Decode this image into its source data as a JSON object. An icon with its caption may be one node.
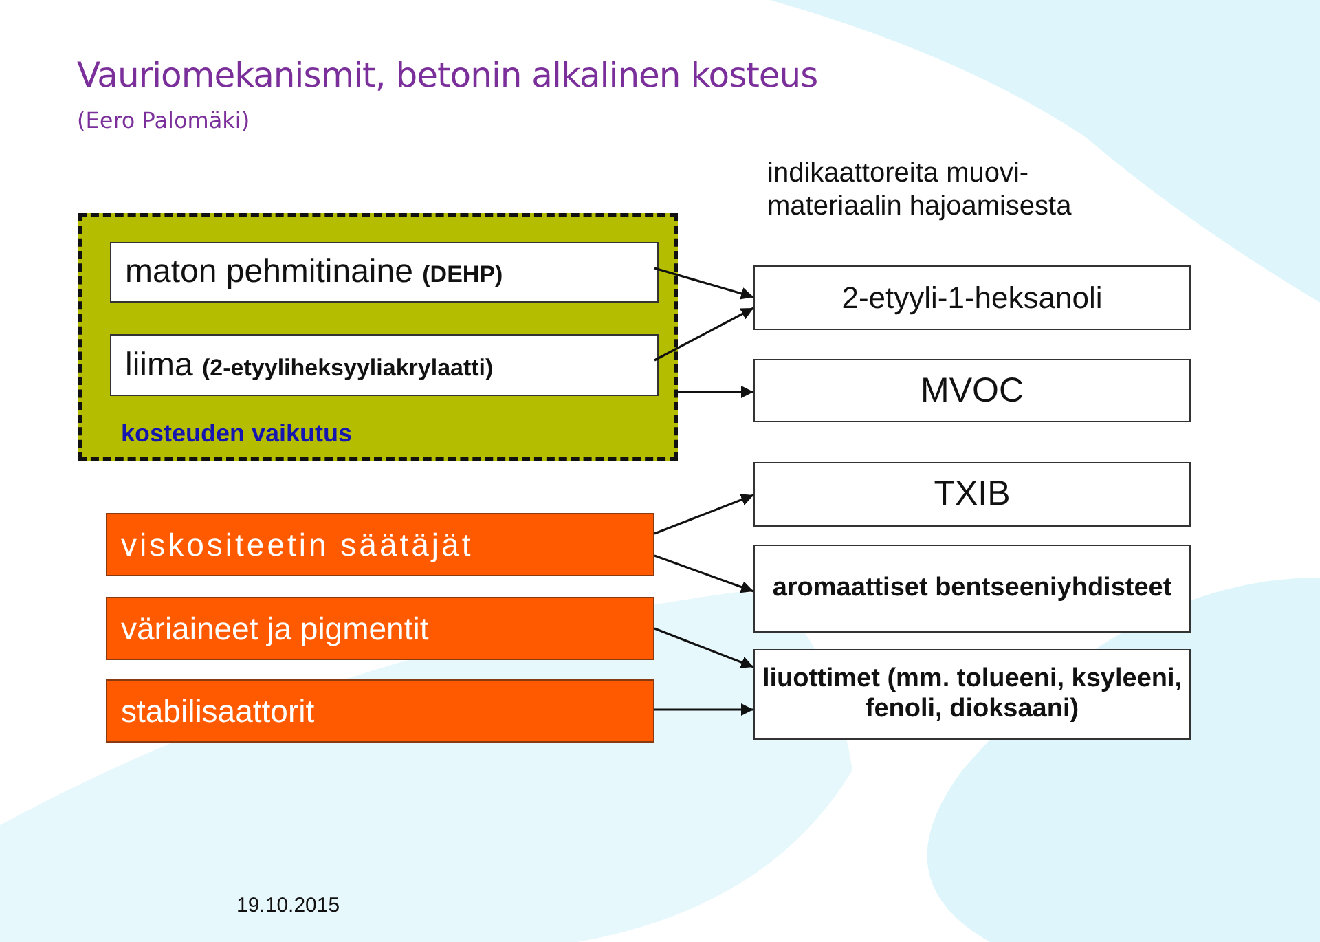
{
  "diagram": {
    "title": "Vauriomekanismit, betonin alkalinen kosteus",
    "nodes": [
      {
        "text": [
          "kosteuden vaikutus"
        ]
      },
      {
        "text": [
          "maton pehmitinaine **(DEHP)**"
        ],
        "in": 0
      },
      {
        "text": [
          "liima **(2-etyyliheksyyliakrylaatti)**"
        ],
        "in": 0
      },
      {
        "text": [
          "viskositeetin säätäjät"
        ]
      },
      {
        "text": [
          "väriaineet ja pigmentit"
        ]
      },
      {
        "text": [
          "stabilisaattorit"
        ]
      },
      {
        "text": [
          "2-etyyli-1-heksanoli"
        ]
      },
      {
        "text": [
          "MVOC"
        ]
      },
      {
        "text": [
          "TXIB"
        ]
      },
      {
        "text": [
          "aromaattiset bentseeniyhdisteet"
        ]
      },
      {
        "text": [
          "liuottimet (mm. tolueeni, ksyleeni, fenoli, dioksaani)"
        ]
      }
    ],
    "edges": [
      {
        "from": 1,
        "to": 6,
        "arrow": "to"
      },
      {
        "from": 2,
        "to": 6,
        "arrow": "to"
      },
      {
        "from": 0,
        "to": 7,
        "arrow": "to"
      },
      {
        "from": 3,
        "to": 8,
        "arrow": "to"
      },
      {
        "from": 3,
        "to": 9,
        "arrow": "to"
      },
      {
        "from": 4,
        "to": 10,
        "arrow": "to"
      },
      {
        "from": 5,
        "to": 10,
        "arrow": "to"
      }
    ],
    "labels": [
      "(Eero Palomäki)",
      "indikaattoreita muovi- materiaalin hajoamisesta",
      "19.10.2015"
    ]
  }
}
